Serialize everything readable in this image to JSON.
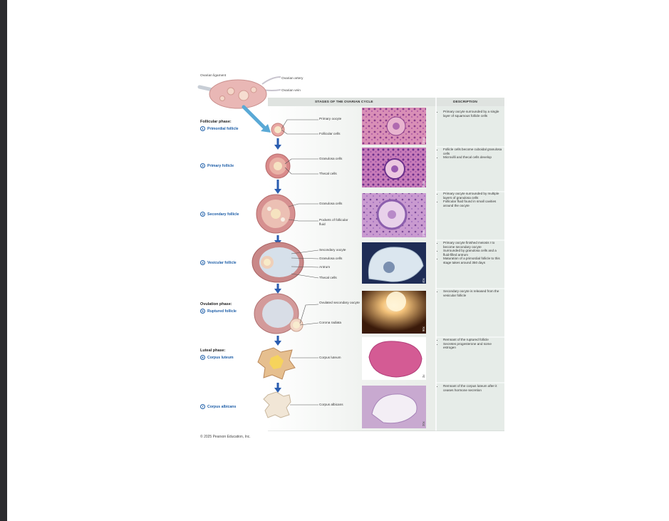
{
  "ovary": {
    "ligament": "Ovarian ligament",
    "artery": "Ovarian artery",
    "vein": "Ovarian vein"
  },
  "headers": {
    "stages": "STAGES OF THE OVARIAN CYCLE",
    "description": "DESCRIPTION"
  },
  "phases": {
    "follicular": "Follicular phase:",
    "ovulation": "Ovulation phase:",
    "luteal": "Luteal phase:"
  },
  "stages": [
    {
      "num": "1",
      "name": "Primordial follicle",
      "mag": "215x",
      "labels": [
        "Primary oocyte",
        "Follicular cells"
      ],
      "desc": [
        "Primary oocyte surrounded by a single layer of squamous follicle cells"
      ]
    },
    {
      "num": "2",
      "name": "Primary follicle",
      "mag": "260x",
      "labels": [
        "Granulosa cells",
        "Thecal cells"
      ],
      "desc": [
        "Follicle cells become cuboidal granulosa cells",
        "Microvilli and thecal cells develop"
      ]
    },
    {
      "num": "3",
      "name": "Secondary follicle",
      "mag": "125x",
      "labels": [
        "Granulosa cells",
        "Pockets of follicular fluid"
      ],
      "desc": [
        "Primary oocyte surrounded by multiple layers of granulosa cells",
        "Follicular fluid found in small cavities around the oocyte"
      ]
    },
    {
      "num": "4",
      "name": "Vesicular follicle",
      "mag": "40x",
      "labels": [
        "Secondary oocyte",
        "Granulosa cells",
        "Antrum",
        "Thecal cells"
      ],
      "desc": [
        "Primary oocyte finished meiosis I to become secondary oocyte",
        "Surrounded by granulosa cells and a fluid-filled antrum",
        "Maturation of a primordial follicle to this stage takes around 350 days"
      ]
    },
    {
      "num": "5",
      "name": "Ruptured follicle",
      "mag": "90x",
      "labels": [
        "Ovulated secondary oocyte",
        "Corona radiata"
      ],
      "desc": [
        "Secondary oocyte is released from the vesicular follicle"
      ]
    },
    {
      "num": "6",
      "name": "Corpus luteum",
      "mag": "3x",
      "labels": [
        "Corpus luteum"
      ],
      "desc": [
        "Remnant of the ruptured follicle",
        "Secretes progesterone and some estrogen"
      ]
    },
    {
      "num": "7",
      "name": "Corpus albicans",
      "mag": "20x",
      "labels": [
        "Corpus albicans"
      ],
      "desc": [
        "Remnant of the corpus luteum after it ceases hormone secretion"
      ]
    }
  ],
  "copyright": "© 2025 Pearson Education, Inc."
}
